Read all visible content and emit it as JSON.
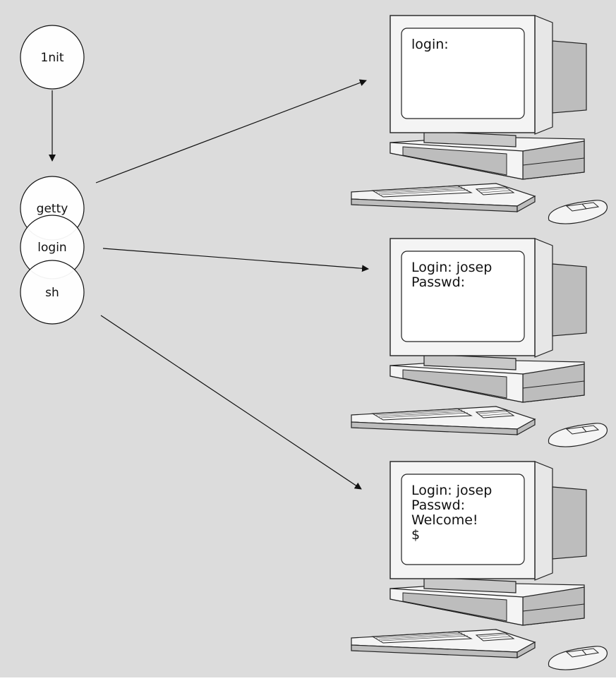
{
  "background_color": "#dcdcdc",
  "processes": [
    {
      "id": "init",
      "label": "1nit"
    },
    {
      "id": "getty",
      "label": "getty"
    },
    {
      "id": "login",
      "label": "login"
    },
    {
      "id": "sh",
      "label": "sh"
    }
  ],
  "terminals": [
    {
      "id": "terminal-1",
      "screen_lines": [
        "login:"
      ]
    },
    {
      "id": "terminal-2",
      "screen_lines": [
        "Login: josep",
        "Passwd:"
      ]
    },
    {
      "id": "terminal-3",
      "screen_lines": [
        "Login: josep",
        "Passwd:",
        "Welcome!",
        "$"
      ]
    }
  ],
  "connections": [
    {
      "from": "init",
      "to": "getty"
    },
    {
      "from": "getty",
      "to": "terminal-1"
    },
    {
      "from": "login",
      "to": "terminal-2"
    },
    {
      "from": "sh",
      "to": "terminal-3"
    }
  ]
}
